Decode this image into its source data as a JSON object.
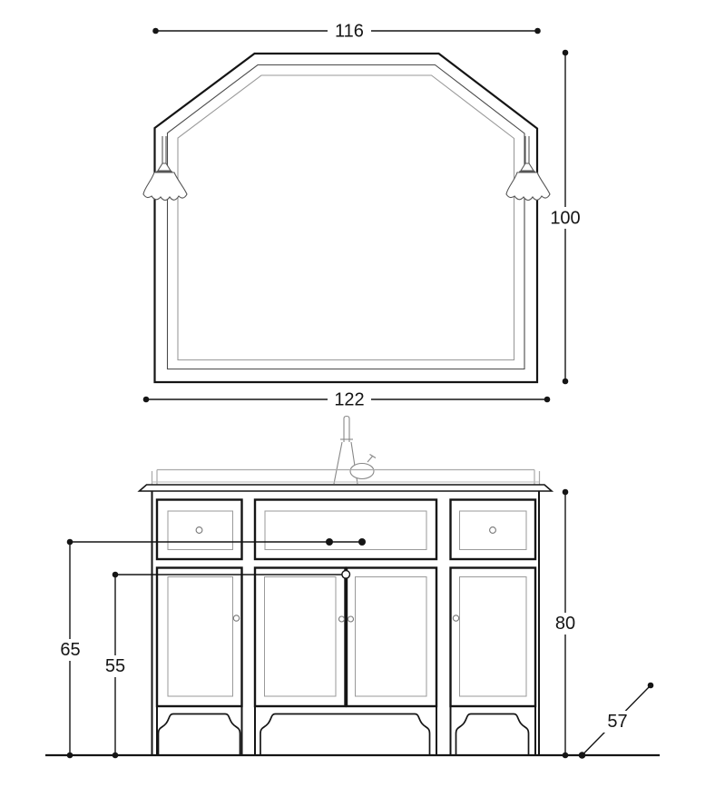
{
  "drawing": {
    "background": "#ffffff",
    "line_color": "#151515",
    "mid_line_color": "#4a4a4a",
    "light_line_color": "#9a9a9a",
    "fixture_line_color": "#888888",
    "dims": {
      "mirror_top_width": "116",
      "mirror_height": "100",
      "mirror_bottom_width": "122",
      "basin_leader_height": "65",
      "door_top_height": "55",
      "cabinet_height": "80",
      "cabinet_depth": "57"
    }
  }
}
